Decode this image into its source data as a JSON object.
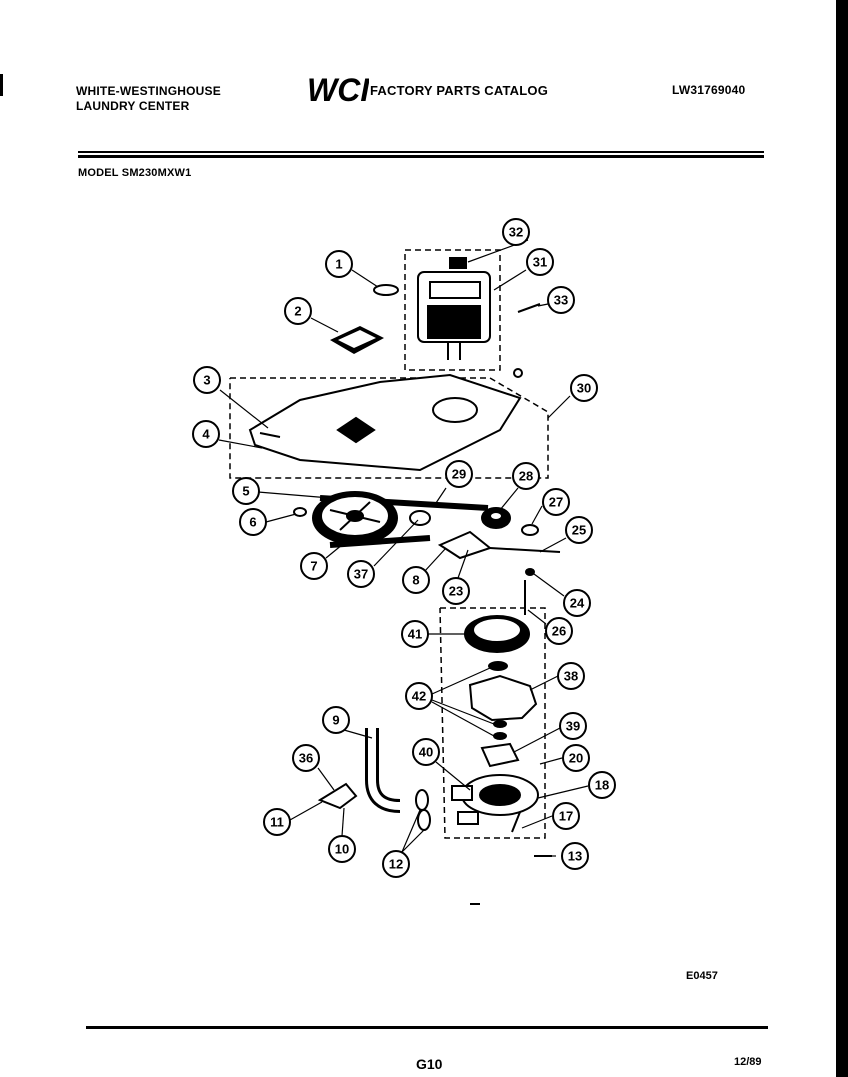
{
  "header": {
    "manufacturer_line1": "WHITE-WESTINGHOUSE",
    "manufacturer_line2": "LAUNDRY CENTER",
    "logo_text": "WCI",
    "catalog_title": "FACTORY PARTS CATALOG",
    "document_number": "LW31769040"
  },
  "model_label": "MODEL SM230MXW1",
  "callouts": [
    "32",
    "1",
    "31",
    "33",
    "2",
    "3",
    "30",
    "4",
    "29",
    "28",
    "5",
    "27",
    "6",
    "25",
    "7",
    "37",
    "8",
    "23",
    "24",
    "26",
    "41",
    "36",
    "42",
    "38",
    "9",
    "39",
    "20",
    "40",
    "18",
    "17",
    "11",
    "10",
    "12",
    "13"
  ],
  "footer": {
    "figure_code": "E0457",
    "page": "G10",
    "date": "12/89"
  },
  "colors": {
    "ink": "#000000",
    "paper": "#ffffff"
  }
}
